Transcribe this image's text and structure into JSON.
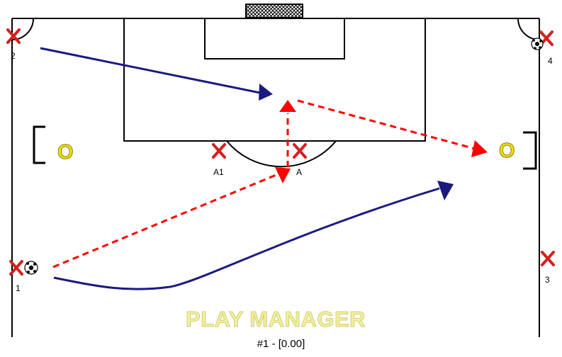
{
  "watermark": "PLAY MANAGER",
  "caption": "#1 - [0.00]",
  "players": {
    "p1": "1",
    "p2": "2",
    "p3": "3",
    "p4": "4",
    "a1": "A1",
    "a": "A"
  },
  "cones": {
    "left": "O",
    "right": "O"
  },
  "icons": {
    "player": "x-marker-icon",
    "ball": "soccer-ball-icon",
    "goal": "goal-net-icon",
    "mini_goal": "mini-goal-icon",
    "cone": "cone-icon"
  },
  "colors": {
    "run_arrow": "#1a1a80",
    "pass_arrow": "#ff0000",
    "player_x": "#d42020",
    "cone": "#f2e200",
    "watermark": "#f3f0a0",
    "lines": "#000000"
  }
}
